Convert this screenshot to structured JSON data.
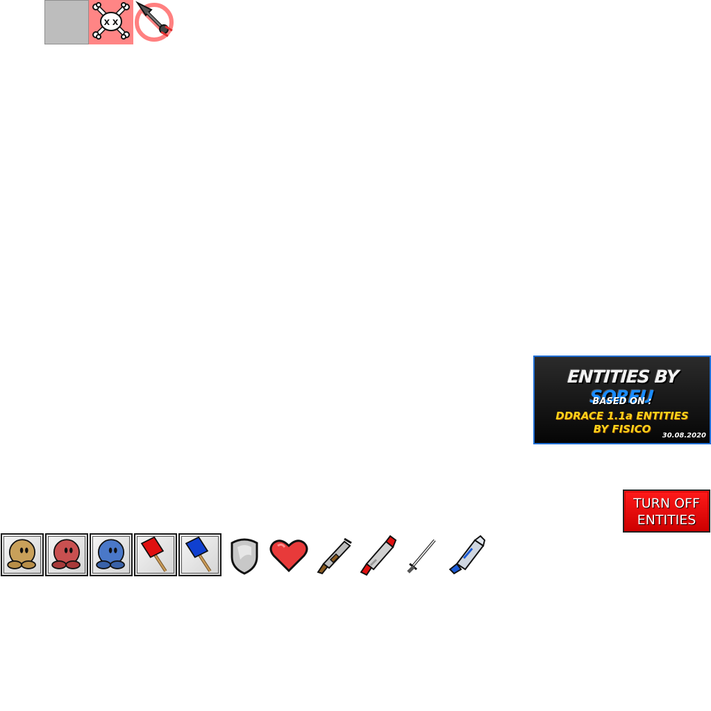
{
  "tiles_top": [
    {
      "name": "solid-tile",
      "color": "#bdbdbd"
    },
    {
      "name": "death-tile",
      "icon": "skull-crossbones-icon",
      "color": "#ff8585"
    },
    {
      "name": "no-hook-tile",
      "icon": "no-hook-icon",
      "color": "#ff8585"
    }
  ],
  "credit": {
    "title_prefix": "ENTITIES BY ",
    "title_author": "SOREU",
    "based_on": "BASED ON :",
    "source_line1": "DDRACE 1.1a ENTITIES",
    "source_line2": "BY FISICO",
    "date": "30.08.2020",
    "accent": "#1a8cff",
    "highlight": "#ffd21a"
  },
  "button": {
    "line1": "TURN OFF",
    "line2": "ENTITIES",
    "color": "#e00000"
  },
  "items_bottom": [
    {
      "name": "spawn-tee-neutral",
      "icon": "tee-icon",
      "color": "#c8a05a"
    },
    {
      "name": "spawn-tee-red",
      "icon": "tee-icon",
      "color": "#c85050"
    },
    {
      "name": "spawn-tee-blue",
      "icon": "tee-icon",
      "color": "#4a78c8"
    },
    {
      "name": "flag-red",
      "icon": "flag-icon",
      "color": "#e01010"
    },
    {
      "name": "flag-blue",
      "icon": "flag-icon",
      "color": "#1040d0"
    },
    {
      "name": "armor",
      "icon": "shield-icon",
      "color": "#c8c8c8"
    },
    {
      "name": "health",
      "icon": "heart-icon",
      "color": "#e83a3a"
    },
    {
      "name": "shotgun",
      "icon": "shotgun-icon",
      "color": "#8a5a20"
    },
    {
      "name": "grenade",
      "icon": "grenade-launcher-icon",
      "color": "#e01010"
    },
    {
      "name": "ninja",
      "icon": "katana-icon",
      "color": "#777777"
    },
    {
      "name": "laser",
      "icon": "laser-rifle-icon",
      "color": "#1a5ad6"
    }
  ]
}
